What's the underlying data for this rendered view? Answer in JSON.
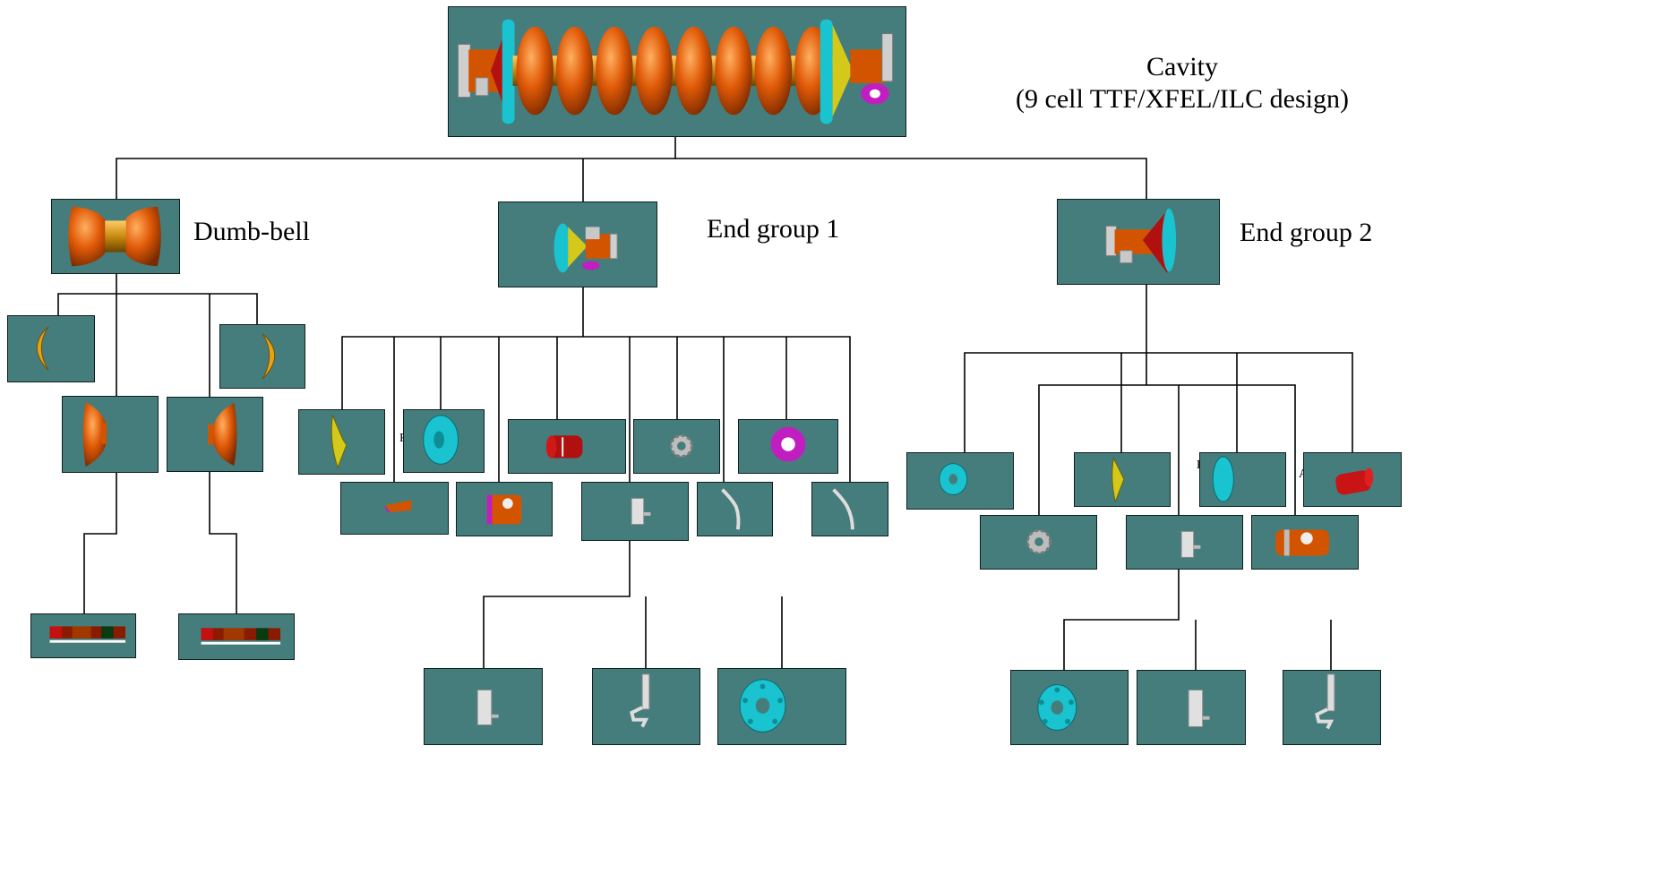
{
  "labels": {
    "cavity_title": "Cavity",
    "cavity_subtitle": "(9 cell TTF/XFEL/ILC design)",
    "dumbbell": "Dumb-bell",
    "endgroup1": "End group 1",
    "endgroup2": "End group 2"
  },
  "colors": {
    "box_fill": "#457d7c",
    "niobium_orange": "#d35400",
    "flange_cyan": "#19c3cf",
    "cone_yellow": "#d4c81a",
    "ring_magenta": "#c11ec1",
    "tube_red": "#b01010",
    "steel_gray": "#c8c8c8"
  },
  "icons": [
    "nine-cell-cavity-icon",
    "dumbbell-icon",
    "end-group-1-icon",
    "end-group-2-icon",
    "half-cell-left-icon",
    "half-cell-right-icon",
    "iris-cup-left-icon",
    "iris-cup-right-icon",
    "stiffening-ring-strip-icon",
    "cone-icon",
    "flange-icon",
    "beam-tube-icon",
    "gear-ring-icon",
    "magenta-ring-icon",
    "hom-coupler-icon",
    "port-tube-icon",
    "antenna-icon"
  ]
}
